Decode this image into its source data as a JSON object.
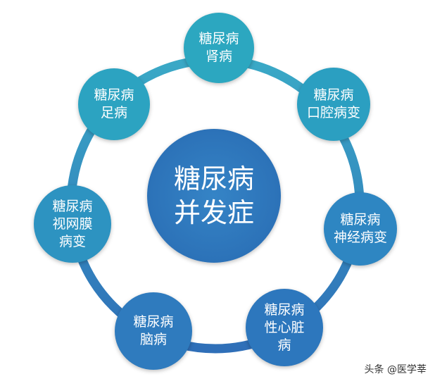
{
  "center": {
    "line1": "糖尿病",
    "line2": "并发症"
  },
  "nodes": [
    {
      "lines": [
        "糖尿病",
        "肾病"
      ]
    },
    {
      "lines": [
        "糖尿病",
        "口腔病变"
      ]
    },
    {
      "lines": [
        "糖尿病",
        "神经病变"
      ]
    },
    {
      "lines": [
        "糖尿病",
        "性心脏",
        "病"
      ]
    },
    {
      "lines": [
        "糖尿病",
        "脑病"
      ]
    },
    {
      "lines": [
        "糖尿病",
        "视网膜",
        "病变"
      ]
    },
    {
      "lines": [
        "糖尿病",
        "足病"
      ]
    }
  ],
  "watermark": "头条 @医学莘",
  "colors": {
    "teal": "#2aa5c2",
    "blue": "#2d74bb",
    "ring_top": "#3aa9c6",
    "ring_bottom": "#2f6fb8"
  }
}
